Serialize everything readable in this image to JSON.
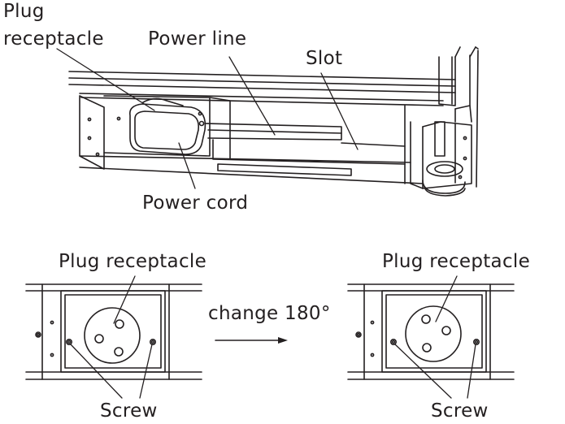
{
  "top_figure": {
    "labels": {
      "plug_receptacle": [
        "Plug",
        "receptacle"
      ],
      "power_line": "Power line",
      "slot": "Slot",
      "power_cord": "Power cord"
    }
  },
  "bottom_figure": {
    "left_panel": {
      "plug_receptacle_label": "Plug receptacle",
      "screw_label": "Screw"
    },
    "arrow_label": "change 180°",
    "right_panel": {
      "plug_receptacle_label": "Plug receptacle",
      "screw_label": "Screw"
    }
  },
  "colors": {
    "line": "#231f20",
    "background": "#ffffff"
  }
}
